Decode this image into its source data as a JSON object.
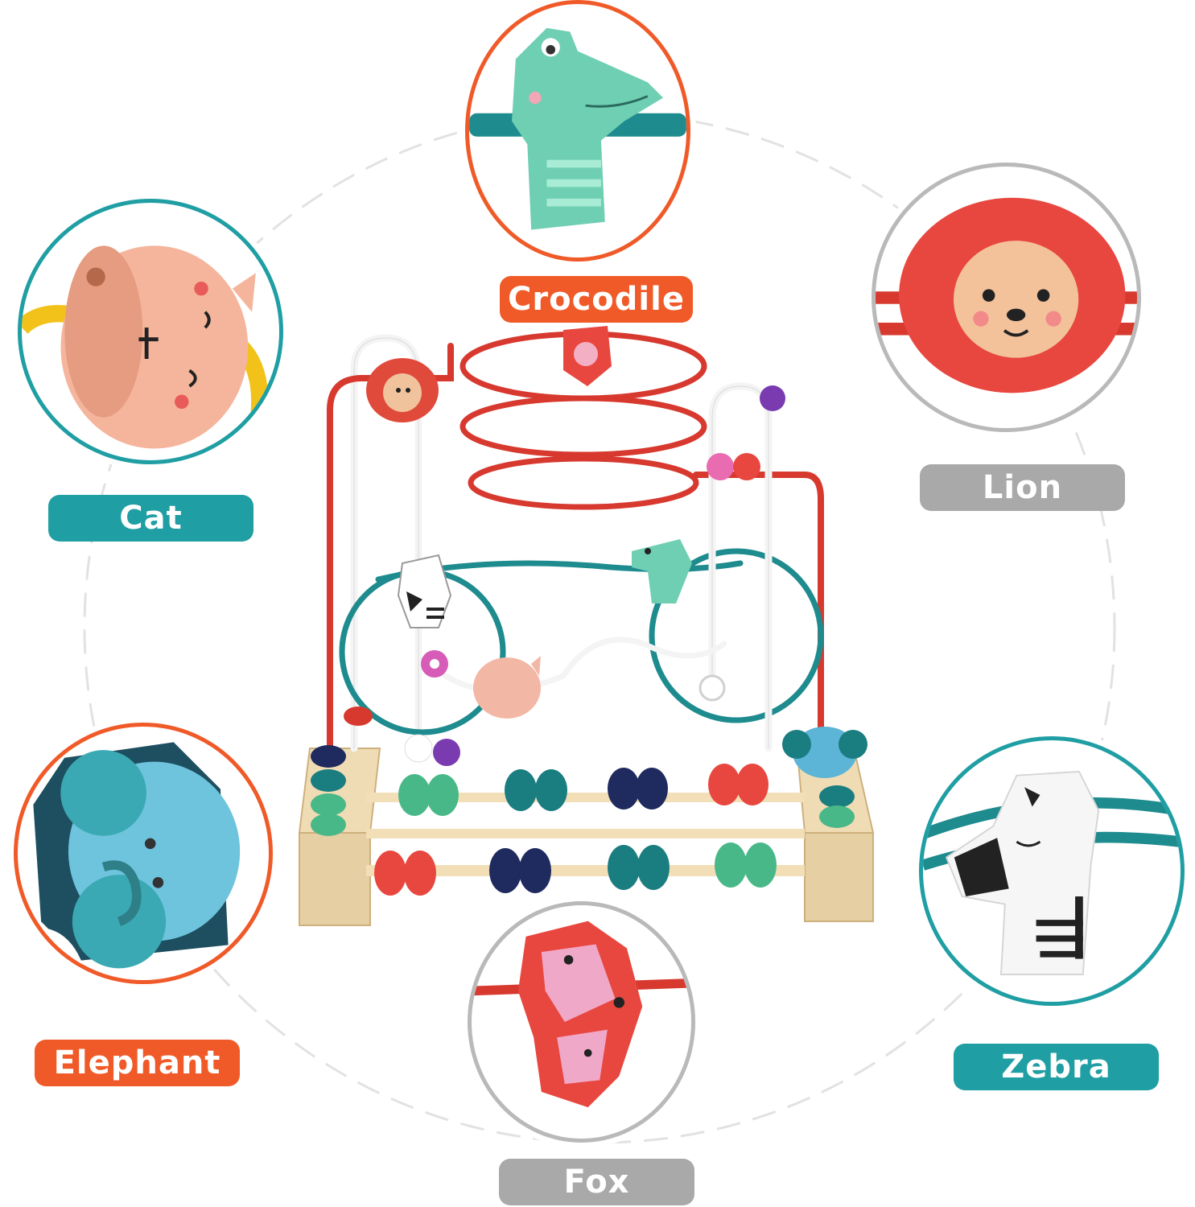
{
  "labels": {
    "crocodile": "Crocodile",
    "cat": "Cat",
    "lion": "Lion",
    "elephant": "Elephant",
    "zebra": "Zebra",
    "fox": "Fox"
  },
  "colors": {
    "orange": "#f05a28",
    "teal": "#1f9ea3",
    "gray": "#a9a9a9",
    "bead_red": "#e8473f",
    "bead_teal": "#1a7d80",
    "bead_navy": "#1f2a5e",
    "bead_green": "#48b888",
    "wood": "#e8d2a8"
  },
  "icons": [
    "crocodile-bead-icon",
    "cat-bead-icon",
    "lion-bead-icon",
    "elephant-bead-icon",
    "zebra-bead-icon",
    "fox-bead-icon"
  ]
}
